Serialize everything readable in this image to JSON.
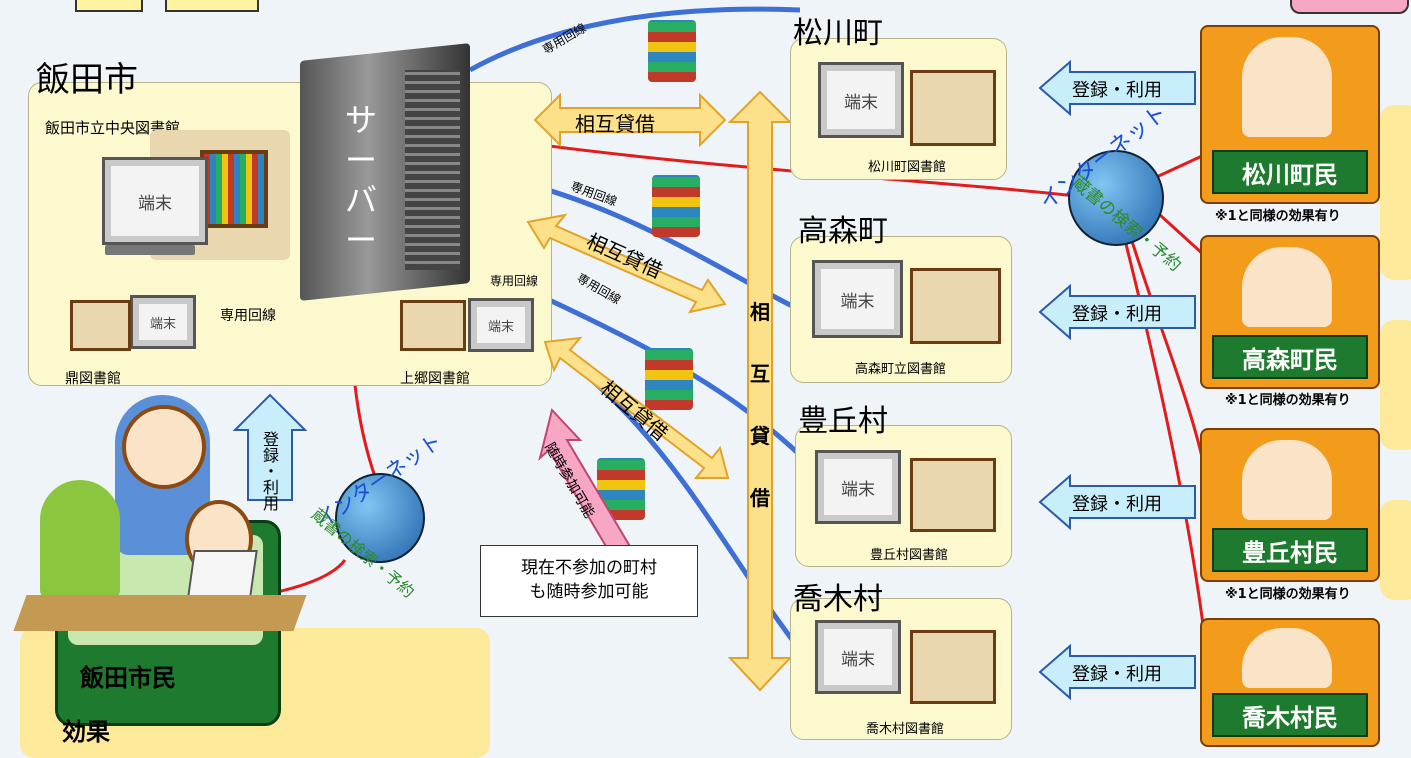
{
  "iida": {
    "city": "飯田市",
    "central_library": "飯田市立中央図書館",
    "server": "サーバー",
    "terminal": "端末",
    "branch1": "鼎図書館",
    "branch2": "上郷図書館",
    "dedicated_line": "専用回線"
  },
  "towns": [
    {
      "name": "松川町",
      "library": "松川町図書館",
      "resident": "松川町民",
      "terminal": "端末"
    },
    {
      "name": "高森町",
      "library": "高森町立図書館",
      "resident": "高森町民",
      "terminal": "端末"
    },
    {
      "name": "豊丘村",
      "library": "豊丘村図書館",
      "resident": "豊丘村民",
      "terminal": "端末"
    },
    {
      "name": "喬木村",
      "library": "喬木村図書館",
      "resident": "喬木村民",
      "terminal": "端末"
    }
  ],
  "labels": {
    "mutual_loan": "相互貸借",
    "mutual_loan_vertical": [
      "相",
      "互",
      "貸",
      "借"
    ],
    "register_use": "登録・利用",
    "register_use_vertical": [
      "登",
      "録",
      "・",
      "利",
      "用"
    ],
    "internet": "インターネット",
    "search_reserve": "蔵書の検索・予約",
    "same_effect": "※1と同様の効果有り",
    "join_anytime": "随時参加可能",
    "not_participating_1": "現在不参加の町村",
    "not_participating_2": "も随時参加可能",
    "iida_residents": "飯田市民",
    "effect": "効果"
  },
  "colors": {
    "panel": "#fdf9cf",
    "dedicated_line": "#3d6fd6",
    "internet_line": "#e31b1b",
    "loan_arrow": "#fde08a",
    "register_arrow": "#c7eefa",
    "join_arrow": "#f7a6c4",
    "resident_box": "#f39b1a",
    "resident_plate": "#1d7a2e"
  }
}
